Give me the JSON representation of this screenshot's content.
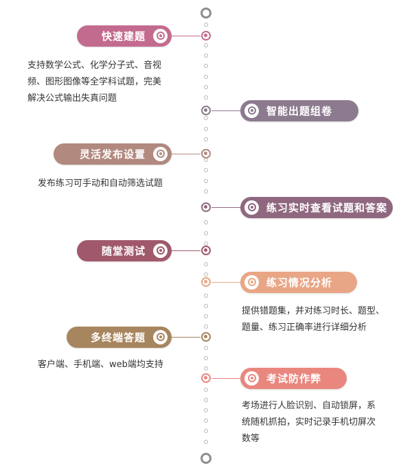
{
  "items": [
    {
      "title": "快速建题",
      "color": "#c36b8e",
      "desc": [
        "支持数学公式、化学分子式、音视",
        "频、图形图像等全学科试题，完美",
        "解决公式输出失真问题"
      ]
    },
    {
      "title": "智能出题组卷",
      "color": "#8c7a8e",
      "desc": []
    },
    {
      "title": "灵活发布设置",
      "color": "#b1897f",
      "desc": [
        "发布练习可手动和自动筛选试题"
      ]
    },
    {
      "title": "练习实时查看试题和答案",
      "color": "#8f6880",
      "desc": []
    },
    {
      "title": "随堂测试",
      "color": "#a0596b",
      "desc": []
    },
    {
      "title": "练习情况分析",
      "color": "#e9a686",
      "desc": [
        "提供错题集，并对练习时长、题型、",
        "题量、练习正确率进行详细分析"
      ]
    },
    {
      "title": "多终端答题",
      "color": "#a7855e",
      "desc": [
        "客户端、手机端、web端均支持"
      ]
    },
    {
      "title": "考试防作弊",
      "color": "#e9877f",
      "desc": [
        "考场进行人脸识别、自动锁屏，系",
        "统随机抓拍，实时记录手机切屏次",
        "数等"
      ]
    }
  ]
}
